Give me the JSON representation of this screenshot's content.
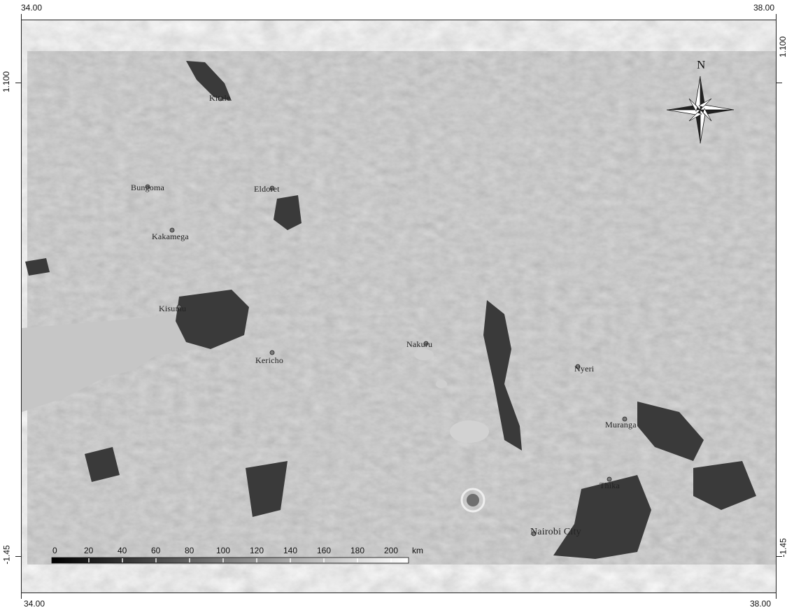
{
  "map": {
    "corner_labels": {
      "top_left": "34.00",
      "top_right": "38.00",
      "bottom_left": "34.00",
      "bottom_right": "38.00",
      "left_top": "1.100",
      "left_bottom": "-1.45",
      "right_top": "1.100",
      "right_bottom": "-1.45"
    },
    "north": "N",
    "cities": [
      {
        "name": "Kitale"
      },
      {
        "name": "Bungoma"
      },
      {
        "name": "Eldoret"
      },
      {
        "name": "Kakamega"
      },
      {
        "name": "Kisumu"
      },
      {
        "name": "Kericho"
      },
      {
        "name": "Nakuru"
      },
      {
        "name": "Nyeri"
      },
      {
        "name": "Muranga"
      },
      {
        "name": "Thika"
      },
      {
        "name": "Nairobi City"
      }
    ],
    "scale_bar": {
      "labels": [
        "0",
        "20",
        "40",
        "60",
        "80",
        "100",
        "120",
        "140",
        "160",
        "180",
        "200"
      ],
      "unit": "km"
    },
    "colors": {
      "background_relief": "#c9c9c9",
      "study_area": "#8f8f8f",
      "dark_patches": "#3b3b3b",
      "lakes": "#c4c4c4"
    }
  }
}
